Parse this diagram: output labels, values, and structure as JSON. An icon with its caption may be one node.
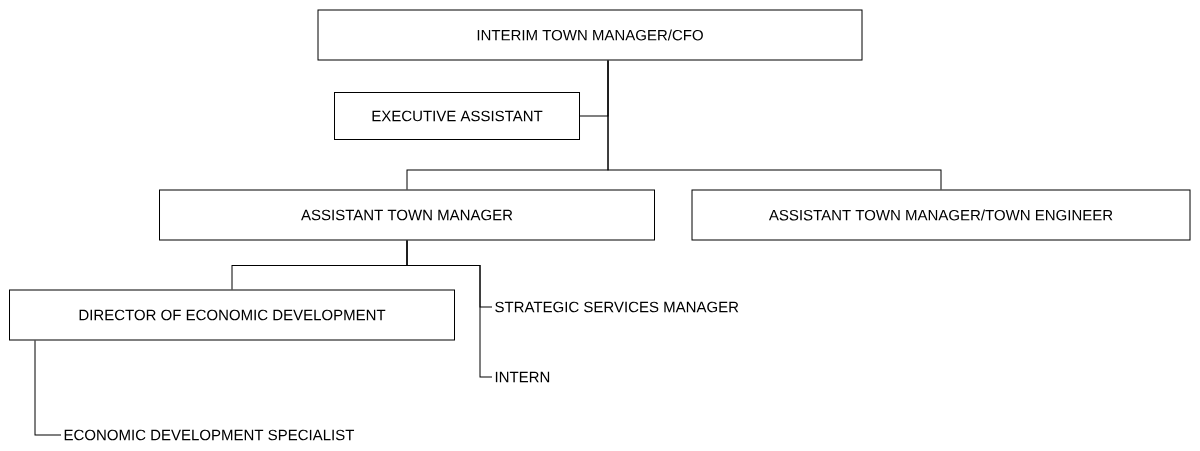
{
  "diagram": {
    "nodes": [
      {
        "text": [
          "INTERIM TOWN MANAGER/CFO"
        ]
      },
      {
        "text": [
          "EXECUTIVE ASSISTANT"
        ]
      },
      {
        "text": [
          "ASSISTANT TOWN MANAGER"
        ]
      },
      {
        "text": [
          "ASSISTANT TOWN MANAGER/TOWN ENGINEER"
        ]
      },
      {
        "text": [
          "DIRECTOR OF ECONOMIC DEVELOPMENT"
        ]
      },
      {
        "text": [
          "STRATEGIC SERVICES MANAGER"
        ]
      },
      {
        "text": [
          "INTERN"
        ]
      },
      {
        "text": [
          "ECONOMIC DEVELOPMENT SPECIALIST"
        ]
      }
    ],
    "edges": [
      {
        "from": 0,
        "to": 1,
        "arrow": "none"
      },
      {
        "from": 0,
        "to": 2,
        "arrow": "none"
      },
      {
        "from": 0,
        "to": 3,
        "arrow": "none"
      },
      {
        "from": 2,
        "to": 4,
        "arrow": "none"
      },
      {
        "from": 2,
        "to": 5,
        "arrow": "none"
      },
      {
        "from": 2,
        "to": 6,
        "arrow": "none"
      },
      {
        "from": 4,
        "to": 7,
        "arrow": "none"
      }
    ]
  }
}
